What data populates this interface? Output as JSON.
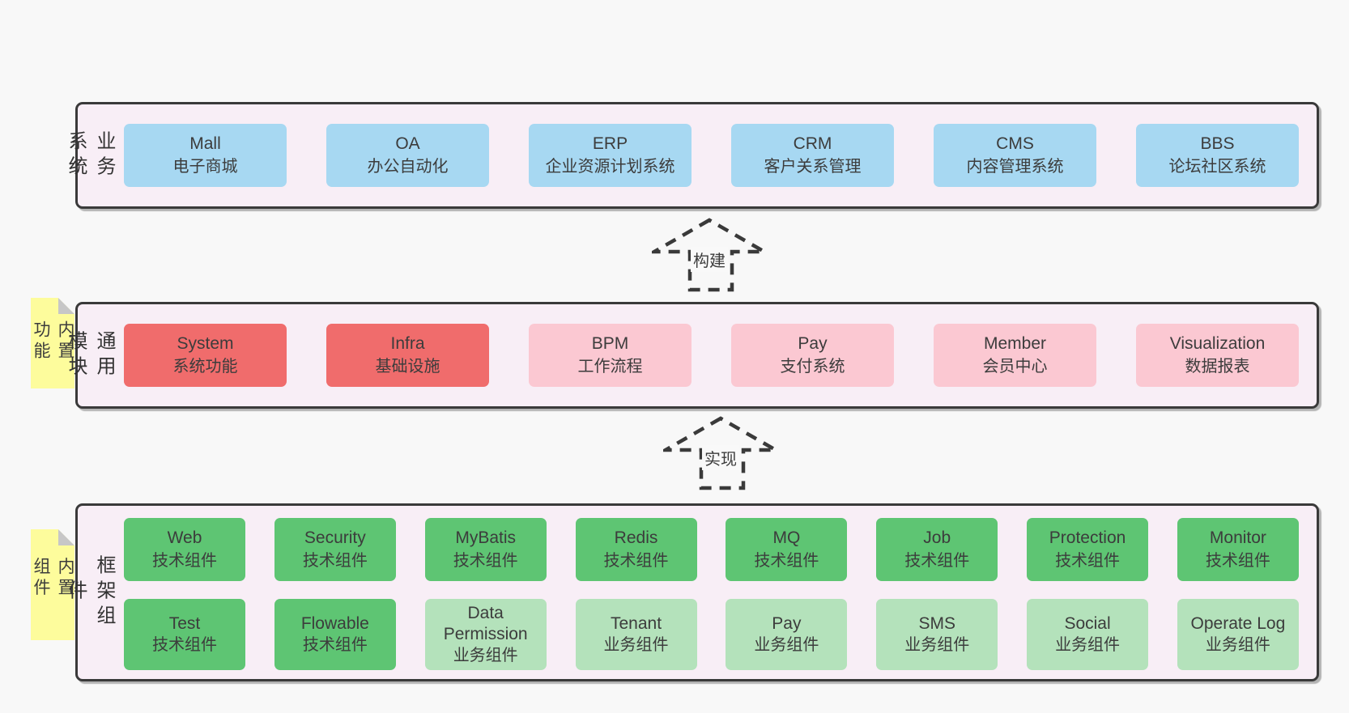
{
  "colors": {
    "page_bg": "#f8f8f8",
    "band_bg": "#f8eef6",
    "band_border": "#3a3a3a",
    "blue_box": "#a7d8f2",
    "red_box": "#f06c6c",
    "pink_box": "#fbc8d2",
    "green_box": "#5ec573",
    "light_green_box": "#b4e2bb",
    "sticky_note": "#fdfc9c",
    "sticky_fold": "#c7c7c7",
    "text": "#3c3c3c"
  },
  "arrows": [
    {
      "label": "构建"
    },
    {
      "label": "实现"
    }
  ],
  "bands": [
    {
      "label": "业务系统",
      "boxes": [
        {
          "name": "Mall",
          "subtitle": "电子商城"
        },
        {
          "name": "OA",
          "subtitle": "办公自动化"
        },
        {
          "name": "ERP",
          "subtitle": "企业资源计划系统"
        },
        {
          "name": "CRM",
          "subtitle": "客户关系管理"
        },
        {
          "name": "CMS",
          "subtitle": "内容管理系统"
        },
        {
          "name": "BBS",
          "subtitle": "论坛社区系统"
        }
      ]
    },
    {
      "label": "通用模块",
      "note": "内置功能",
      "boxes": [
        {
          "name": "System",
          "subtitle": "系统功能"
        },
        {
          "name": "Infra",
          "subtitle": "基础设施"
        },
        {
          "name": "BPM",
          "subtitle": "工作流程"
        },
        {
          "name": "Pay",
          "subtitle": "支付系统"
        },
        {
          "name": "Member",
          "subtitle": "会员中心"
        },
        {
          "name": "Visualization",
          "subtitle": "数据报表"
        }
      ]
    },
    {
      "label": "框架组件",
      "note": "内置组件",
      "row1": [
        {
          "name": "Web",
          "subtitle": "技术组件"
        },
        {
          "name": "Security",
          "subtitle": "技术组件"
        },
        {
          "name": "MyBatis",
          "subtitle": "技术组件"
        },
        {
          "name": "Redis",
          "subtitle": "技术组件"
        },
        {
          "name": "MQ",
          "subtitle": "技术组件"
        },
        {
          "name": "Job",
          "subtitle": "技术组件"
        },
        {
          "name": "Protection",
          "subtitle": "技术组件"
        },
        {
          "name": "Monitor",
          "subtitle": "技术组件"
        }
      ],
      "row2": [
        {
          "name": "Test",
          "subtitle": "技术组件"
        },
        {
          "name": "Flowable",
          "subtitle": "技术组件"
        },
        {
          "name": "Data Permission",
          "subtitle": "业务组件"
        },
        {
          "name": "Tenant",
          "subtitle": "业务组件"
        },
        {
          "name": "Pay",
          "subtitle": "业务组件"
        },
        {
          "name": "SMS",
          "subtitle": "业务组件"
        },
        {
          "name": "Social",
          "subtitle": "业务组件"
        },
        {
          "name": "Operate Log",
          "subtitle": "业务组件"
        }
      ]
    }
  ]
}
